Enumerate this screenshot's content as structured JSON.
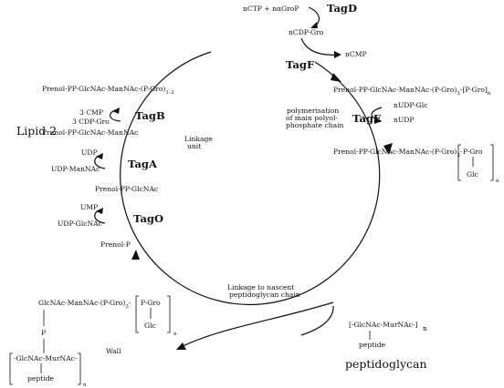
{
  "labels": {
    "tagd_reagents": "nCTP + nαGroP",
    "tagd": "TagD",
    "ncdp_gro": "nCDP-Gro",
    "ncmp": "nCMP",
    "tagf": "TagF",
    "right_lipid": "Prenol-PP-GlcNAc-ManNAc-(P-Gro)",
    "right_lipid_sub3": "3",
    "right_lipid_tail": "-[P-Gro]",
    "right_lipid_subn": "n",
    "polymerisation_1": "polymerisation",
    "polymerisation_2": "of main polyol-",
    "polymerisation_3": "phosphate chain",
    "nudp_glc": "nUDP-Glc",
    "tage": "TagE",
    "nudp": "nUDP",
    "glc_lipid": "Prenol-PP-GlcNAc-ManNAc-(P-Gro)",
    "glc_lipid_sub3": "3",
    "glc_lipid_dash": "-",
    "glc_lipid_pgro": "P-Gro",
    "glc_lipid_glc": "Glc",
    "glc_lipid_subn": "n",
    "lipid_top": "Prenol-PP-GlcNAc-ManNAc-(P-Gro)",
    "lipid_top_sub": "1-3",
    "three_cmp": "3 CMP",
    "three_cdp_gro": "3 CDP-Gro",
    "tagb": "TagB",
    "lipid2_label": "Lipid 2",
    "lipid2_compound": "Prenol-PP-GlcNAc-ManNAc",
    "linkage_unit_1": "Linkage",
    "linkage_unit_2": "unit",
    "udp": "UDP",
    "udp_mannac": "UDP-ManNAc",
    "taga": "TagA",
    "prenol_pp_glcnac": "Prenol-PP-GlcNAc",
    "ump": "UMP",
    "udp_glcnac": "UDP-GlcNAc",
    "tago": "TagO",
    "prenol_p": "Prenol-P",
    "linkage_nascent_1": "Linkage to nascent",
    "linkage_nascent_2": "peptidoglycan chain",
    "wall_top": "GlcNAc-ManNAc-(P-Gro)",
    "wall_sub3": "3",
    "wall_dash": "-",
    "wall_pgro": "P-Gro",
    "wall_glc": "Glc",
    "wall_subn": "n",
    "wall_p": "P",
    "wall_murnac": "-GlcNAc-MurNAc-",
    "wall_peptide": "peptide",
    "wall_subn2": "n",
    "wall_label": "Wall",
    "pg_unit": "[-GlcNAc-MurNAc-]",
    "pg_n": "n",
    "pg_peptide": "peptide",
    "peptidoglycan": "peptidoglycan"
  },
  "icons": {
    "arrowhead": "arrowhead-icon",
    "bracket": "bracket-icon"
  },
  "colors": {
    "ink": "#111111",
    "background": "#ffffff"
  }
}
